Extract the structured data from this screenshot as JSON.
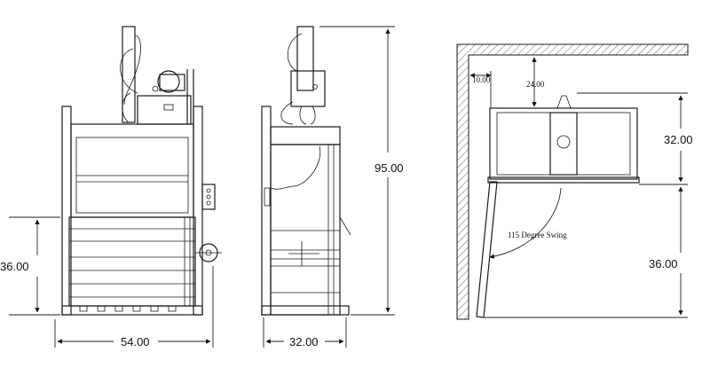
{
  "front_view": {
    "height_label": "36.00",
    "width_label": "54.00"
  },
  "side_view": {
    "total_height_label": "95.00",
    "depth_label": "32.00"
  },
  "plan_view": {
    "wall_clearance_label": "10.00",
    "back_clearance_label": "24.00",
    "depth_label": "32.00",
    "door_clearance_label": "36.00",
    "swing_label": "115 Degree Swing"
  }
}
